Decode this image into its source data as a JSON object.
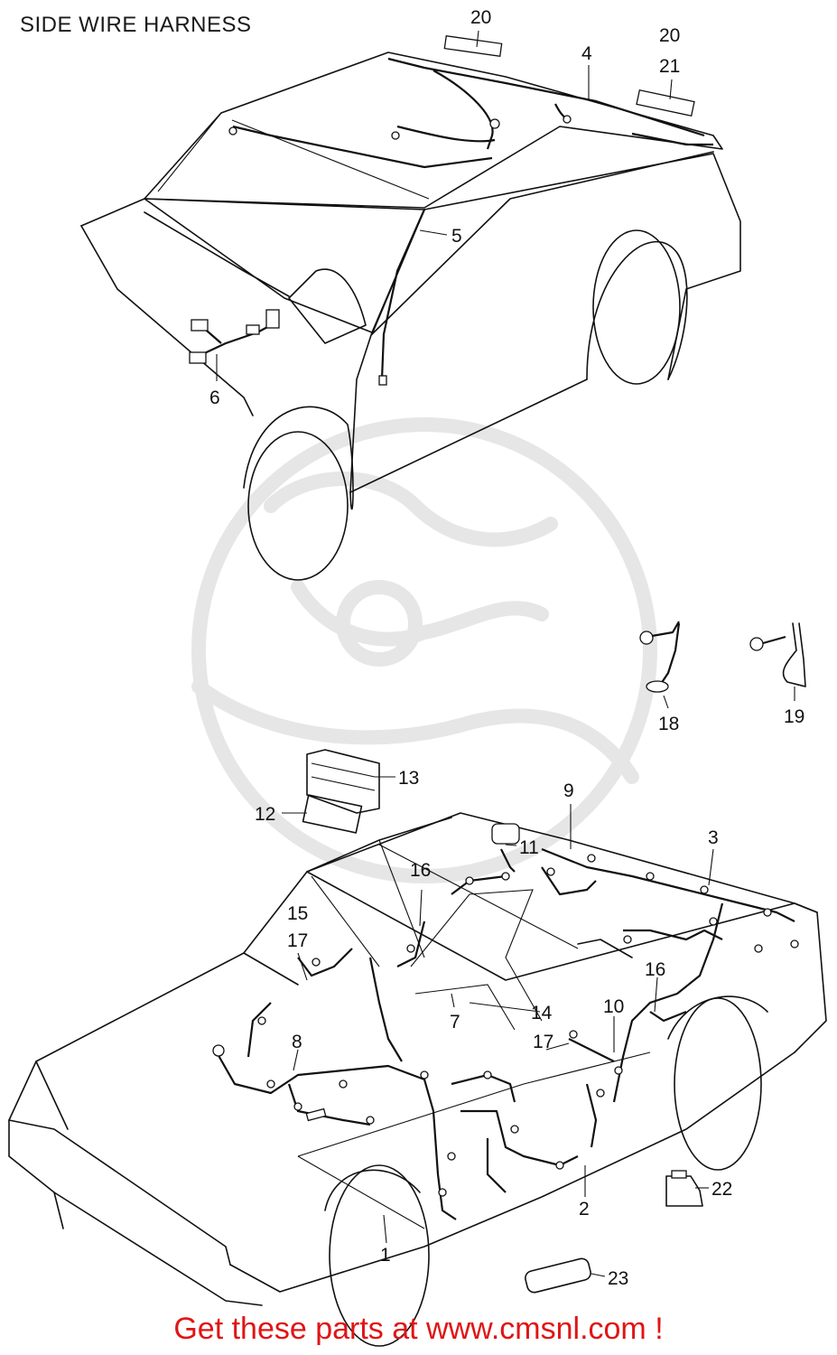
{
  "title": "SIDE WIRE HARNESS",
  "footer_link": "Get these parts at www.cmsnl.com !",
  "colors": {
    "footer": "#e01515",
    "lines": "#111111",
    "watermark": "#e6e6e6"
  },
  "callouts": [
    "1",
    "2",
    "3",
    "4",
    "5",
    "6",
    "7",
    "8",
    "9",
    "10",
    "11",
    "12",
    "13",
    "14",
    "15",
    "16",
    "16",
    "17",
    "17",
    "18",
    "19",
    "20",
    "20",
    "21",
    "22",
    "23"
  ]
}
